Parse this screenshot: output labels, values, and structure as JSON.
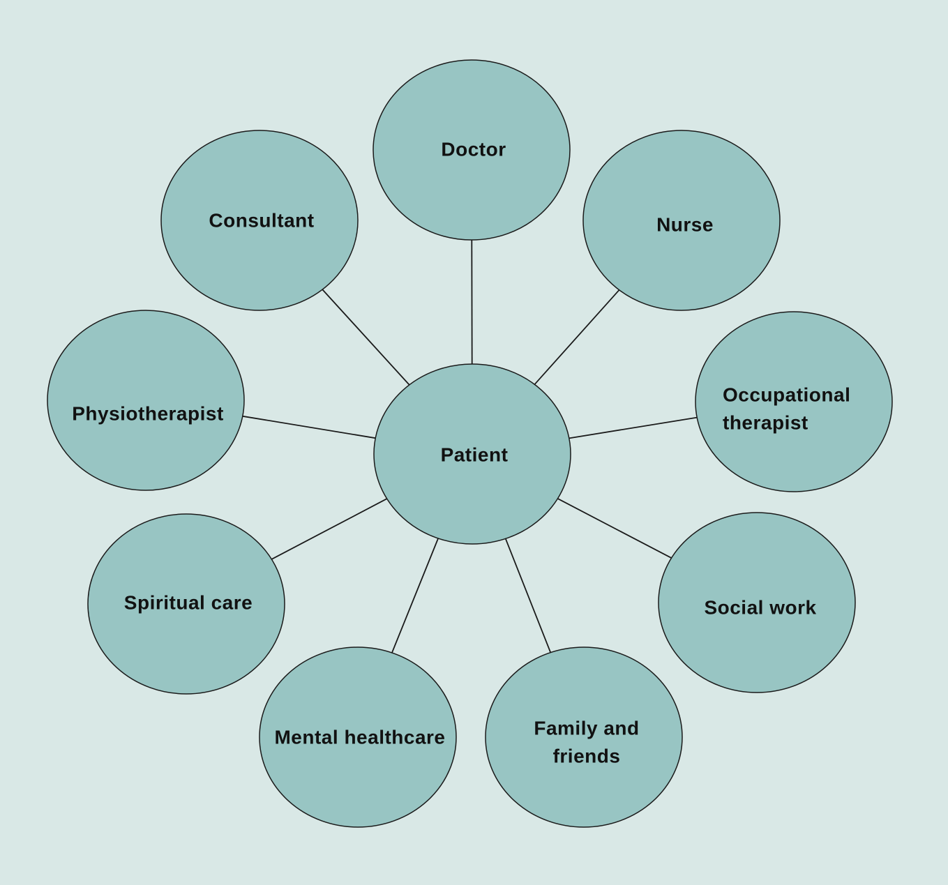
{
  "colors": {
    "background": "#d9e8e6",
    "node_fill": "#98c5c3",
    "stroke": "#1a1a1a",
    "text": "#111111"
  },
  "center": {
    "id": "patient",
    "label": [
      "Patient"
    ]
  },
  "nodes": [
    {
      "id": "doctor",
      "label": [
        "Doctor"
      ]
    },
    {
      "id": "nurse",
      "label": [
        "Nurse"
      ]
    },
    {
      "id": "occupational-therapist",
      "label": [
        "Occupational",
        "therapist"
      ]
    },
    {
      "id": "social-work",
      "label": [
        "Social work"
      ]
    },
    {
      "id": "family-and-friends",
      "label": [
        "Family and",
        "friends"
      ]
    },
    {
      "id": "mental-healthcare",
      "label": [
        "Mental healthcare"
      ]
    },
    {
      "id": "spiritual-care",
      "label": [
        "Spiritual care"
      ]
    },
    {
      "id": "physiotherapist",
      "label": [
        "Physiotherapist"
      ]
    },
    {
      "id": "consultant",
      "label": [
        "Consultant"
      ]
    }
  ]
}
